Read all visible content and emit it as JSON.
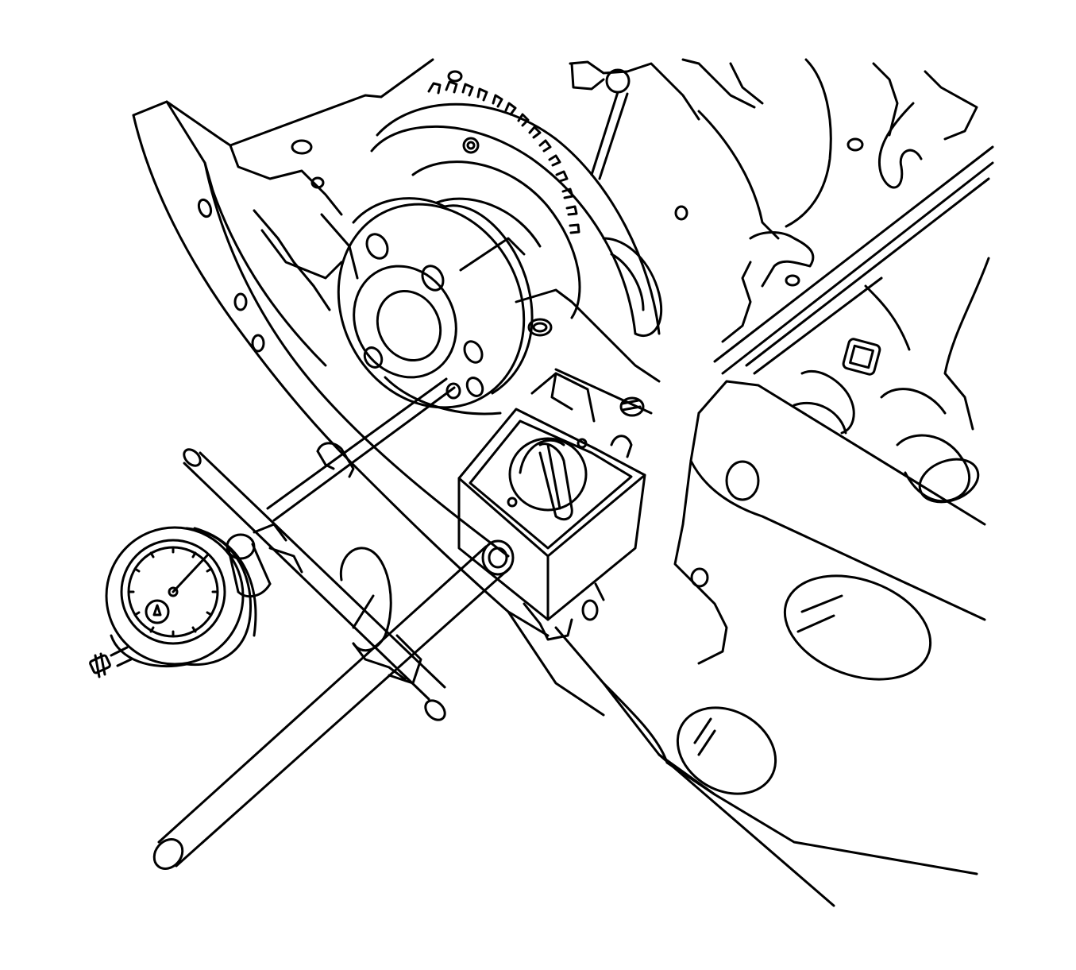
{
  "figure": {
    "caption": "",
    "colors": {
      "line": "#000000",
      "background": "#ffffff"
    }
  },
  "parts": [
    {
      "id": "engine-block",
      "icon": "engine-block-icon"
    },
    {
      "id": "flywheel-ring-gear",
      "icon": "ring-gear-icon"
    },
    {
      "id": "crankshaft-flange",
      "icon": "flange-icon"
    },
    {
      "id": "dial-indicator",
      "icon": "dial-gauge-icon"
    },
    {
      "id": "magnetic-base",
      "icon": "magnetic-base-icon"
    },
    {
      "id": "support-rod",
      "icon": "rod-icon"
    },
    {
      "id": "clamp",
      "icon": "clamp-icon"
    }
  ]
}
